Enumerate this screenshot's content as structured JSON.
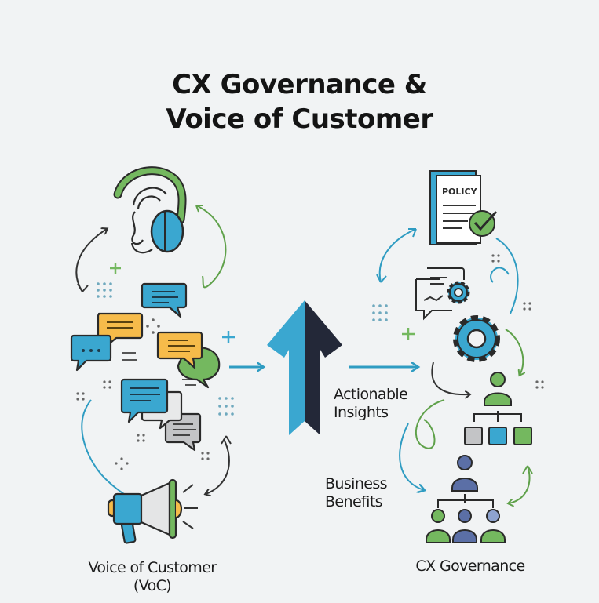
{
  "title": {
    "line1": "CX Governance &",
    "line2": "Voice of Customer"
  },
  "left_section": {
    "label_line1": "Voice of Customer",
    "label_line2": "(VoC)",
    "icons": [
      "headphones-ear-icon",
      "chat-bubbles-icon",
      "megaphone-icon"
    ]
  },
  "center": {
    "icon": "up-arrow-icon",
    "insight_label_line1": "Actionable",
    "insight_label_line2": "Insights",
    "benefit_label_line1": "Business",
    "benefit_label_line2": "Benefits"
  },
  "right_section": {
    "label": "CX Governance",
    "policy_doc_text": "POLICY",
    "icons": [
      "policy-document-icon",
      "chat-gear-icon",
      "gear-icon",
      "org-chart-icon",
      "team-hierarchy-icon"
    ]
  },
  "colors": {
    "background": "#f1f3f4",
    "blue": "#3aa7d0",
    "green": "#74b85f",
    "yellow": "#f6bb4a",
    "navy": "#232838",
    "gray": "#c3c4c6",
    "slate": "#5b6fa6",
    "outline": "#2a2a2a"
  }
}
